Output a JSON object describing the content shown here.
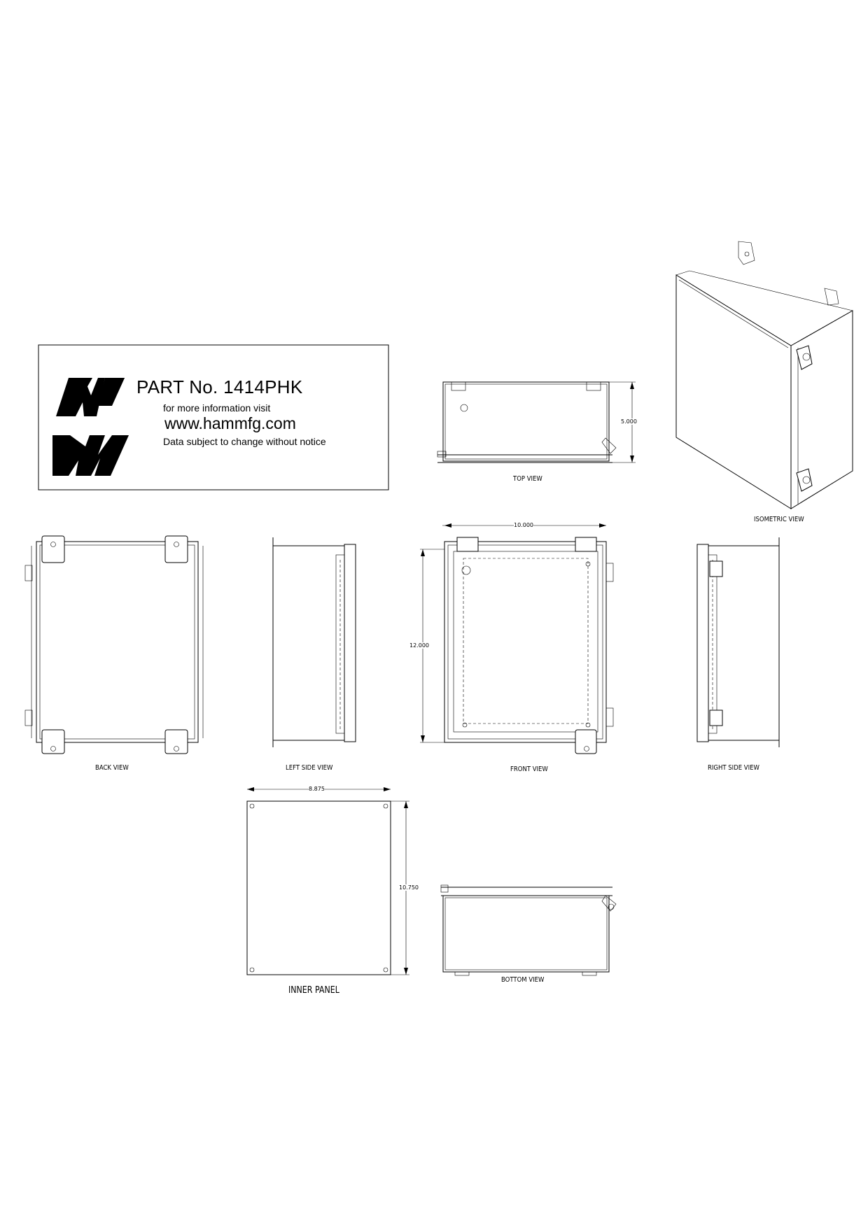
{
  "title_block": {
    "part_number": "PART No.  1414PHK",
    "info_line": "for more information visit",
    "website": "www.hammfg.com",
    "disclaimer": "Data subject to change without notice",
    "logo": "hammond-hm-logo"
  },
  "views": {
    "top": "TOP VIEW",
    "isometric": "ISOMETRIC VIEW",
    "back": "BACK VIEW",
    "left_side": "LEFT SIDE VIEW",
    "front": "FRONT VIEW",
    "right_side": "RIGHT SIDE VIEW",
    "inner_panel": "INNER PANEL",
    "bottom": "BOTTOM VIEW"
  },
  "dimensions": {
    "depth": "5.000",
    "width": "10.000",
    "height": "12.000",
    "panel_width": "8.875",
    "panel_height": "10.750"
  }
}
